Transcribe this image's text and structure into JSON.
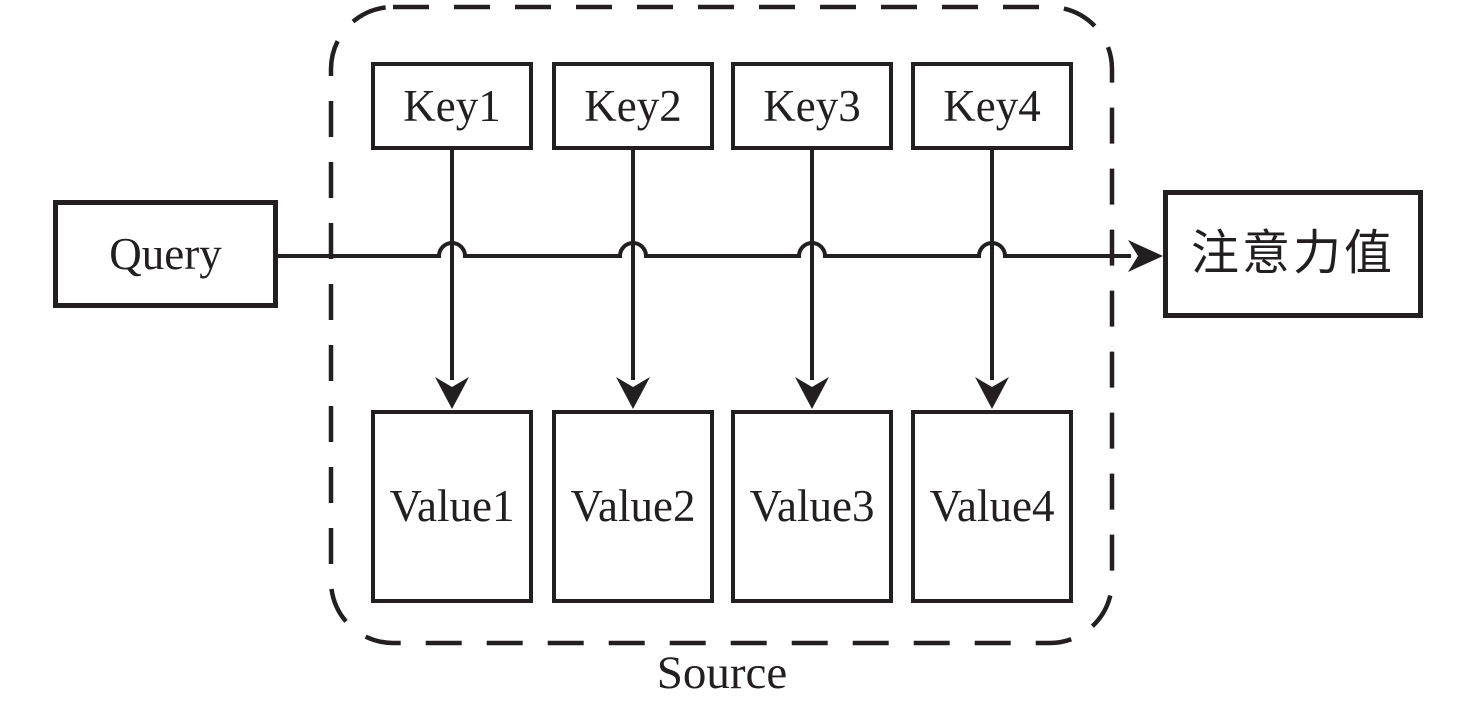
{
  "query": {
    "label": "Query"
  },
  "source": {
    "label": "Source",
    "keys": [
      {
        "label": "Key1"
      },
      {
        "label": "Key2"
      },
      {
        "label": "Key3"
      },
      {
        "label": "Key4"
      }
    ],
    "values": [
      {
        "label": "Value1"
      },
      {
        "label": "Value2"
      },
      {
        "label": "Value3"
      },
      {
        "label": "Value4"
      }
    ]
  },
  "output": {
    "label": "注意力值"
  },
  "colors": {
    "line": "#231f20",
    "background": "#ffffff"
  }
}
